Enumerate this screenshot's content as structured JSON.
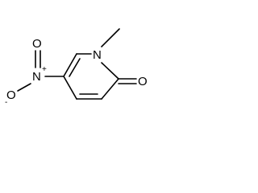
{
  "molecule": {
    "atoms": {
      "n_ring": "N",
      "o_carbonyl": "O",
      "n_nitro": "N",
      "o_nitro_double": "O",
      "o_nitro_single": "O"
    },
    "charges": {
      "n_nitro": "+",
      "o_nitro_single": "-"
    }
  }
}
